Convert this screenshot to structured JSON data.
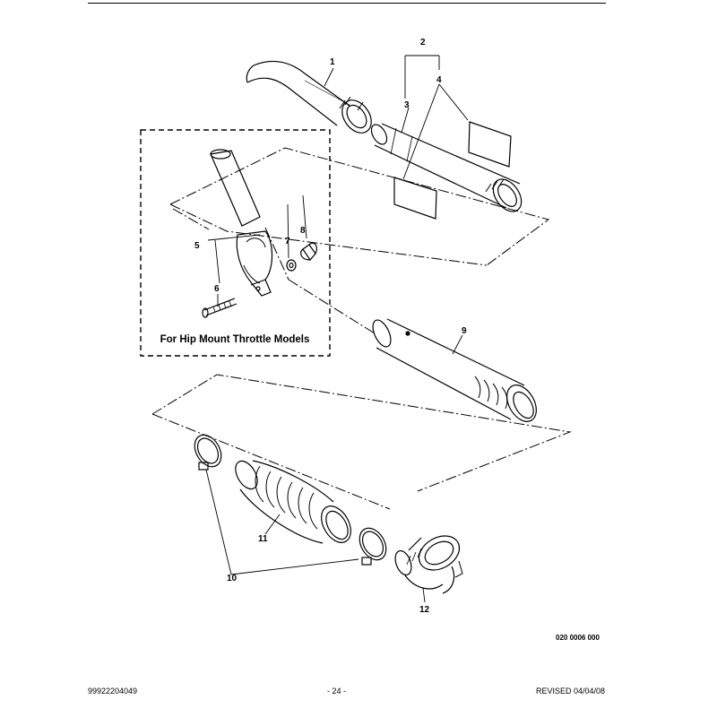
{
  "callouts": {
    "c1": "1",
    "c2": "2",
    "c3": "3",
    "c4": "4",
    "c5": "5",
    "c6": "6",
    "c7": "7",
    "c8": "8",
    "c9": "9",
    "c10": "10",
    "c11": "11",
    "c12": "12"
  },
  "inset_caption": "For Hip Mount Throttle Models",
  "drawing_number": "020 0006 000",
  "footer": {
    "part_number": "99922204049",
    "page": "- 24 -",
    "revision": "REVISED 04/04/08"
  }
}
